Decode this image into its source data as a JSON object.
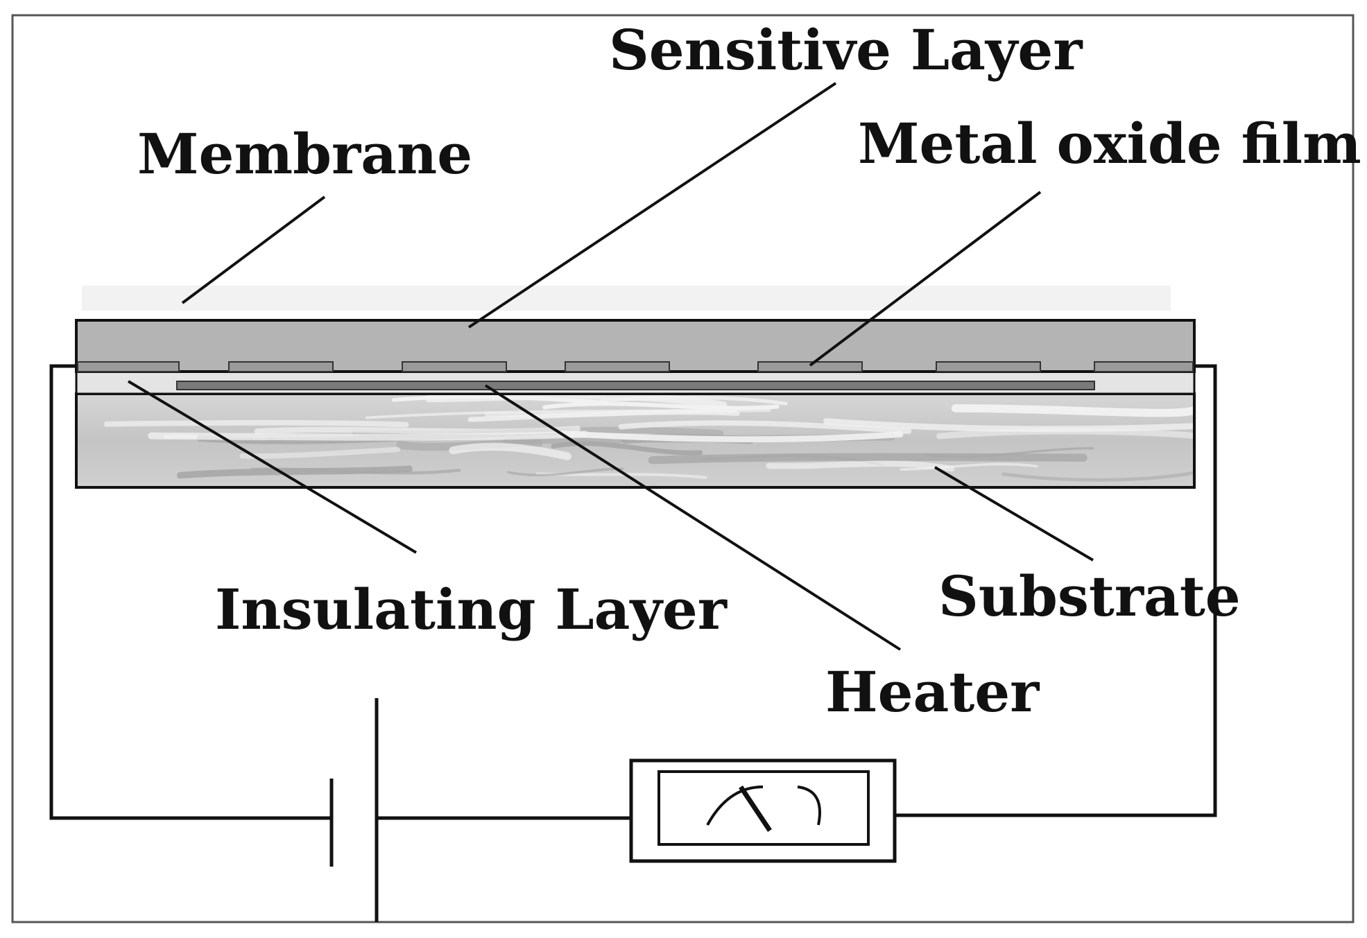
{
  "labels": {
    "sensitive_layer": "Sensitive Layer",
    "membrane": "Membrane",
    "metal_oxide_film": "Metal oxide film",
    "insulating_layer": "Insulating Layer",
    "substrate": "Substrate",
    "heater": "Heater"
  },
  "colors": {
    "sensitive_layer": "#b4b4b4",
    "insulating_layer": "#e4e4e4",
    "heater": "#7a7a7a",
    "metal_oxide_film": "#9a9a9a",
    "substrate_base": "#c9c9c9",
    "substrate_light": "#f2f2f2",
    "line": "#111111"
  },
  "icons": {
    "battery": "battery-icon",
    "meter": "ammeter-icon"
  }
}
